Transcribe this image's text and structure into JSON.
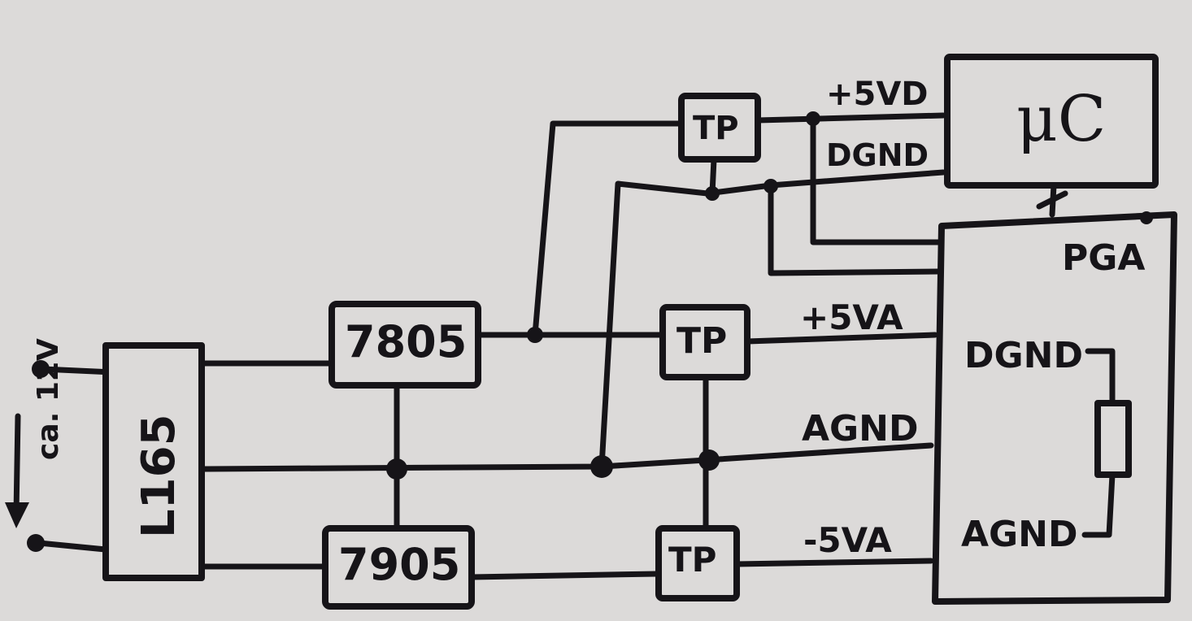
{
  "labels": {
    "supply_voltage": "ca. 12V",
    "rectifier": "L165",
    "reg_pos": "7805",
    "reg_neg": "7905",
    "filter_top": "TP",
    "filter_mid": "TP",
    "filter_bot": "TP",
    "net_5vd": "+5VD",
    "net_dgnd": "DGND",
    "net_5va": "+5VA",
    "net_agnd": "AGND",
    "net_m5va": "-5VA",
    "mcu": "μC",
    "pga": "PGA",
    "pga_dgnd": "DGND",
    "pga_agnd": "AGND"
  },
  "colors": {
    "ink": "#161418",
    "paper": "#dcdad9"
  }
}
